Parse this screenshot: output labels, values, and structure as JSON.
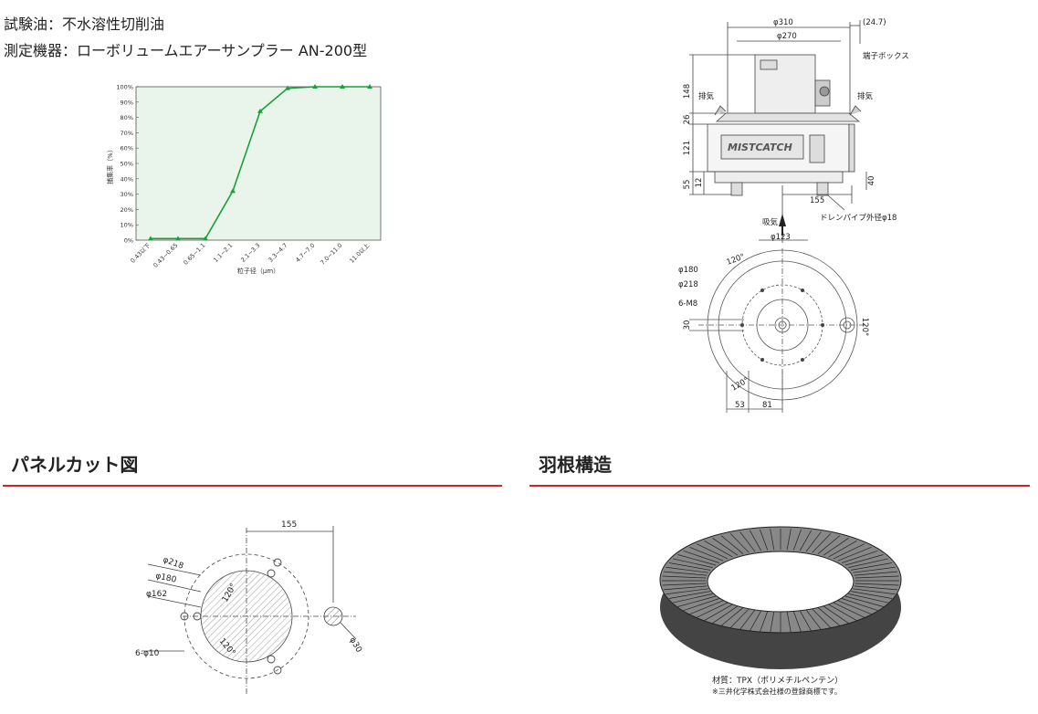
{
  "intro": {
    "test_oil": "試験油：不水溶性切削油",
    "instrument": "測定機器：ローボリュームエアーサンプラー AN-200型"
  },
  "chart_data": {
    "type": "line",
    "title": "",
    "xlabel": "粒子径（μm）",
    "ylabel": "捕集率（%）",
    "categories": [
      "0.43以下",
      "0.43~0.65",
      "0.65~1.1",
      "1.1~2.1",
      "2.1~3.3",
      "3.3~4.7",
      "4.7~7.0",
      "7.0~11.0",
      "11.0以上"
    ],
    "series": [
      {
        "values": [
          1,
          1,
          1,
          32,
          84,
          99,
          100,
          100,
          100
        ]
      }
    ],
    "ylim": [
      0,
      100
    ],
    "yticks": [
      "0%",
      "10%",
      "20%",
      "30%",
      "40%",
      "50%",
      "60%",
      "70%",
      "80%",
      "90%",
      "100%"
    ],
    "grid": false,
    "colors": {
      "line": "#1aa03a",
      "plot_bg": "#e9f5ea"
    }
  },
  "sections": {
    "panel_cut": "パネルカット図",
    "blade": "羽根構造"
  },
  "drawing": {
    "d310": "φ310",
    "d270": "φ270",
    "d247": "(24.7)",
    "terminal": "端子ボックス",
    "exhaust_l": "排気",
    "exhaust_r": "排気",
    "h148": "148",
    "h26": "26",
    "h121": "121",
    "h12": "12",
    "h55": "55",
    "h40": "40",
    "w155": "155",
    "intake": "吸気",
    "drain": "ドレンパイプ外径φ18",
    "d123": "φ123",
    "brand": "MISTCATCH",
    "a120_top": "120°",
    "a120_right": "120°",
    "a120_bottom": "120°",
    "d180": "φ180",
    "d218": "φ218",
    "m8": "6-M8",
    "v30": "30",
    "w53": "53",
    "w81": "81"
  },
  "panel": {
    "w155": "155",
    "d218": "φ218",
    "d180": "φ180",
    "d162": "φ162",
    "a120a": "120°",
    "a120b": "120°",
    "holes": "6-φ10",
    "d30": "φ30"
  },
  "blade_info": {
    "material": "材質：TPX（ポリメチルペンテン）",
    "trademark": "※三井化学株式会社様の登録商標です。"
  }
}
